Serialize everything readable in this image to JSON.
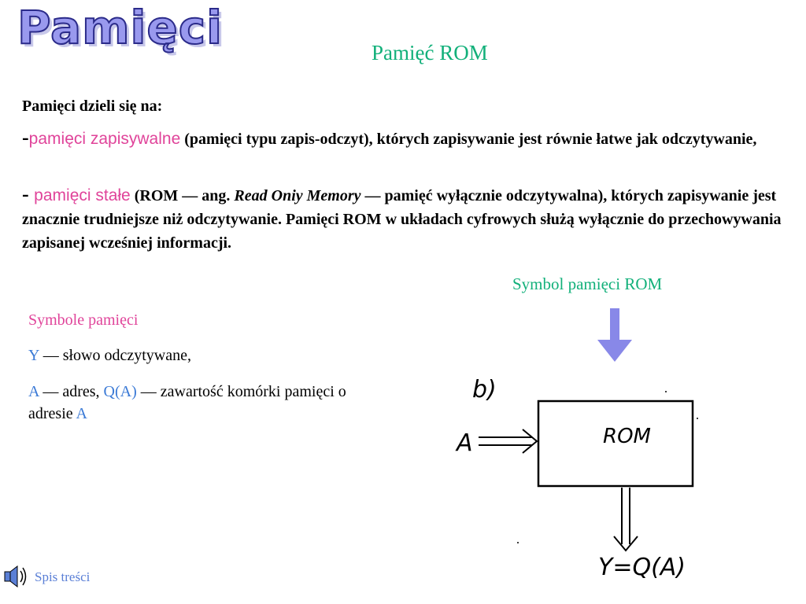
{
  "header": {
    "logo_text": "Pamięci",
    "slide_title": "Pamięć  ROM"
  },
  "content": {
    "intro": "Pamięci dzieli się na:",
    "item1_dash": "-",
    "item1_term": "pamięci zapisywalne",
    "item1_text": " (pamięci typu zapis-odczyt), których zapisywanie jest równie łatwe jak odczytywanie,",
    "item2_dash": "- ",
    "item2_term": "pamięci stałe",
    "item2_text_a": " (ROM — ang. ",
    "item2_text_italic": "Read Oniy Memory",
    "item2_text_b": " — pamięć wyłącznie odczytywalna), których zapisywanie jest znacznie trudniejsze niż odczytywanie. Pamięci ROM w układach cyfrowych służą wyłącznie do przechowywania zapisanej wcześniej informacji."
  },
  "symbols": {
    "title": "Symbole pamięci",
    "y_letter": "Y",
    "y_text": " — słowo odczytywane,",
    "a_letter": "A",
    "a_text1": " — adres, ",
    "qa": "Q(A)",
    "a_text2": " — zawartość komórki pamięci o adresie ",
    "a_letter2": "A"
  },
  "diagram": {
    "caption": "Symbol  pamięci  ROM",
    "label_b": "b)",
    "input_label": "A",
    "box_label": "ROM",
    "output_label": "Y=Q(A)"
  },
  "footer": {
    "toc_link": "Spis treści"
  },
  "colors": {
    "green": "#12b07a",
    "pink": "#e0449a",
    "blue": "#3b7ad6",
    "arrow": "#8888e8"
  }
}
